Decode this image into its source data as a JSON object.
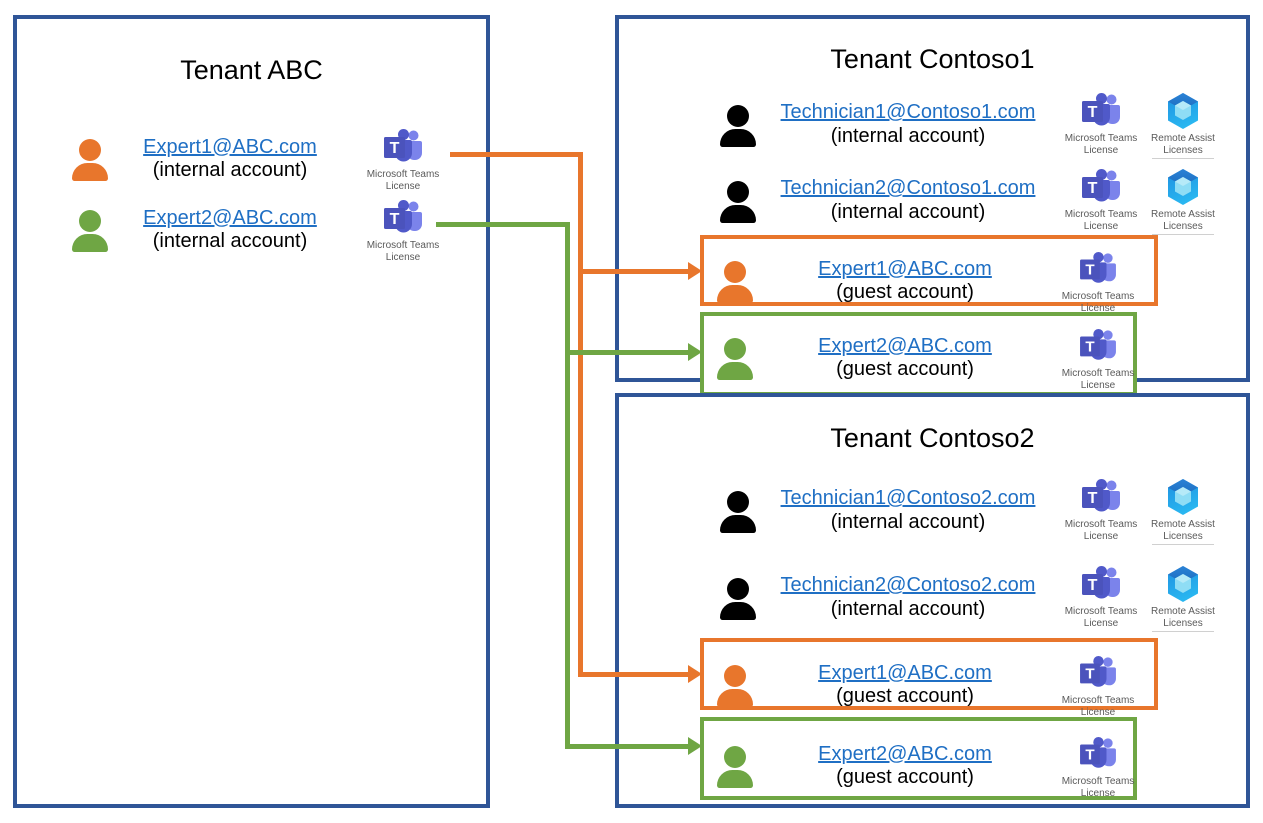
{
  "diagram": {
    "title": "Cross-tenant Remote Assist guest access diagram",
    "colors": {
      "panel_border": "#2F5597",
      "expert1_accent": "#E8762C",
      "expert2_accent": "#6FA644",
      "link": "#1F6FC4",
      "internal_avatar": "#000000"
    }
  },
  "tenants": [
    {
      "key": "abc",
      "title": "Tenant ABC",
      "users": [
        {
          "email": "Expert1@ABC.com",
          "kind": "(internal account)",
          "avatar_color": "#E8762C",
          "licenses": [
            {
              "icon": "microsoft-teams-icon",
              "caption": "Microsoft Teams License"
            }
          ]
        },
        {
          "email": "Expert2@ABC.com",
          "kind": "(internal account)",
          "avatar_color": "#6FA644",
          "licenses": [
            {
              "icon": "microsoft-teams-icon",
              "caption": "Microsoft Teams License"
            }
          ]
        }
      ]
    },
    {
      "key": "contoso1",
      "title": "Tenant Contoso1",
      "users": [
        {
          "email": "Technician1@Contoso1.com",
          "kind": "(internal account)",
          "avatar_color": "#000000",
          "licenses": [
            {
              "icon": "microsoft-teams-icon",
              "caption": "Microsoft Teams License"
            },
            {
              "icon": "remote-assist-icon",
              "caption": "Remote Assist Licenses"
            }
          ]
        },
        {
          "email": "Technician2@Contoso1.com",
          "kind": "(internal account)",
          "avatar_color": "#000000",
          "licenses": [
            {
              "icon": "microsoft-teams-icon",
              "caption": "Microsoft Teams License"
            },
            {
              "icon": "remote-assist-icon",
              "caption": "Remote Assist Licenses"
            }
          ]
        },
        {
          "email": "Expert1@ABC.com",
          "kind": "(guest account)",
          "avatar_color": "#E8762C",
          "highlight": "#E8762C",
          "licenses": [
            {
              "icon": "microsoft-teams-icon",
              "caption": "Microsoft Teams License"
            }
          ]
        },
        {
          "email": "Expert2@ABC.com",
          "kind": "(guest account)",
          "avatar_color": "#6FA644",
          "highlight": "#6FA644",
          "licenses": [
            {
              "icon": "microsoft-teams-icon",
              "caption": "Microsoft Teams License"
            }
          ]
        }
      ]
    },
    {
      "key": "contoso2",
      "title": "Tenant Contoso2",
      "users": [
        {
          "email": "Technician1@Contoso2.com",
          "kind": "(internal account)",
          "avatar_color": "#000000",
          "licenses": [
            {
              "icon": "microsoft-teams-icon",
              "caption": "Microsoft Teams License"
            },
            {
              "icon": "remote-assist-icon",
              "caption": "Remote Assist Licenses"
            }
          ]
        },
        {
          "email": "Technician2@Contoso2.com",
          "kind": "(internal account)",
          "avatar_color": "#000000",
          "licenses": [
            {
              "icon": "microsoft-teams-icon",
              "caption": "Microsoft Teams License"
            },
            {
              "icon": "remote-assist-icon",
              "caption": "Remote Assist Licenses"
            }
          ]
        },
        {
          "email": "Expert1@ABC.com",
          "kind": "(guest account)",
          "avatar_color": "#E8762C",
          "highlight": "#E8762C",
          "licenses": [
            {
              "icon": "microsoft-teams-icon",
              "caption": "Microsoft Teams License"
            }
          ]
        },
        {
          "email": "Expert2@ABC.com",
          "kind": "(guest account)",
          "avatar_color": "#6FA644",
          "highlight": "#6FA644",
          "licenses": [
            {
              "icon": "microsoft-teams-icon",
              "caption": "Microsoft Teams License"
            }
          ]
        }
      ]
    }
  ],
  "license_labels": {
    "teams_line1": "Microsoft Teams",
    "teams_line2": "License",
    "teams_full": "Microsoft Teams License",
    "ra_line1": "Remote Assist",
    "ra_line2": "Licenses"
  }
}
